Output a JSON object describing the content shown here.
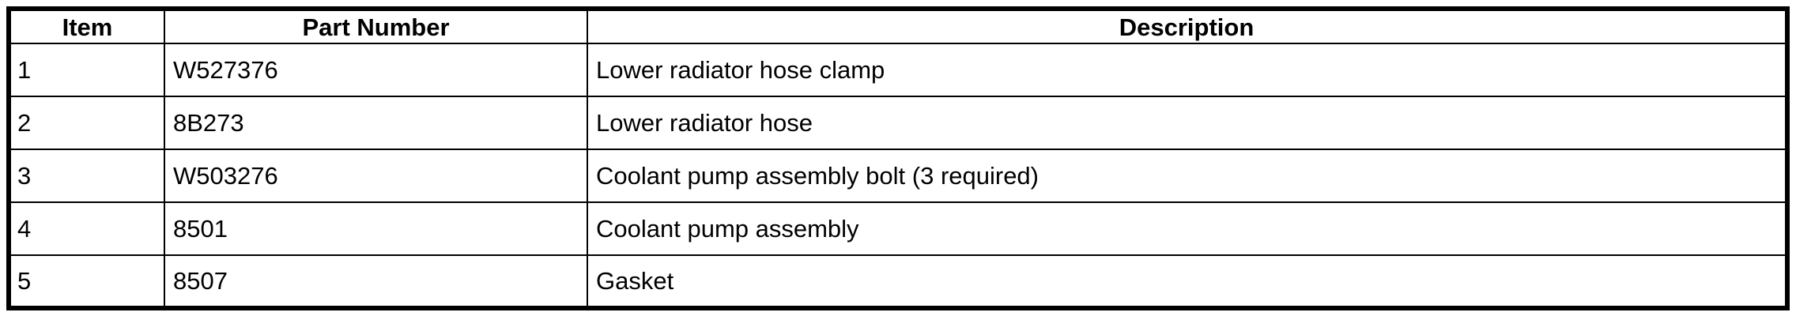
{
  "table": {
    "columns": [
      {
        "key": "item",
        "label": "Item"
      },
      {
        "key": "part_number",
        "label": "Part Number"
      },
      {
        "key": "description",
        "label": "Description"
      }
    ],
    "rows": [
      {
        "item": "1",
        "part_number": "W527376",
        "description": "Lower radiator hose clamp"
      },
      {
        "item": "2",
        "part_number": "8B273",
        "description": "Lower radiator hose"
      },
      {
        "item": "3",
        "part_number": "W503276",
        "description": "Coolant pump assembly bolt (3 required)"
      },
      {
        "item": "4",
        "part_number": "8501",
        "description": "Coolant pump assembly"
      },
      {
        "item": "5",
        "part_number": "8507",
        "description": "Gasket"
      }
    ]
  },
  "style": {
    "border_color": "#000000",
    "background_color": "#ffffff",
    "text_color": "#000000"
  }
}
